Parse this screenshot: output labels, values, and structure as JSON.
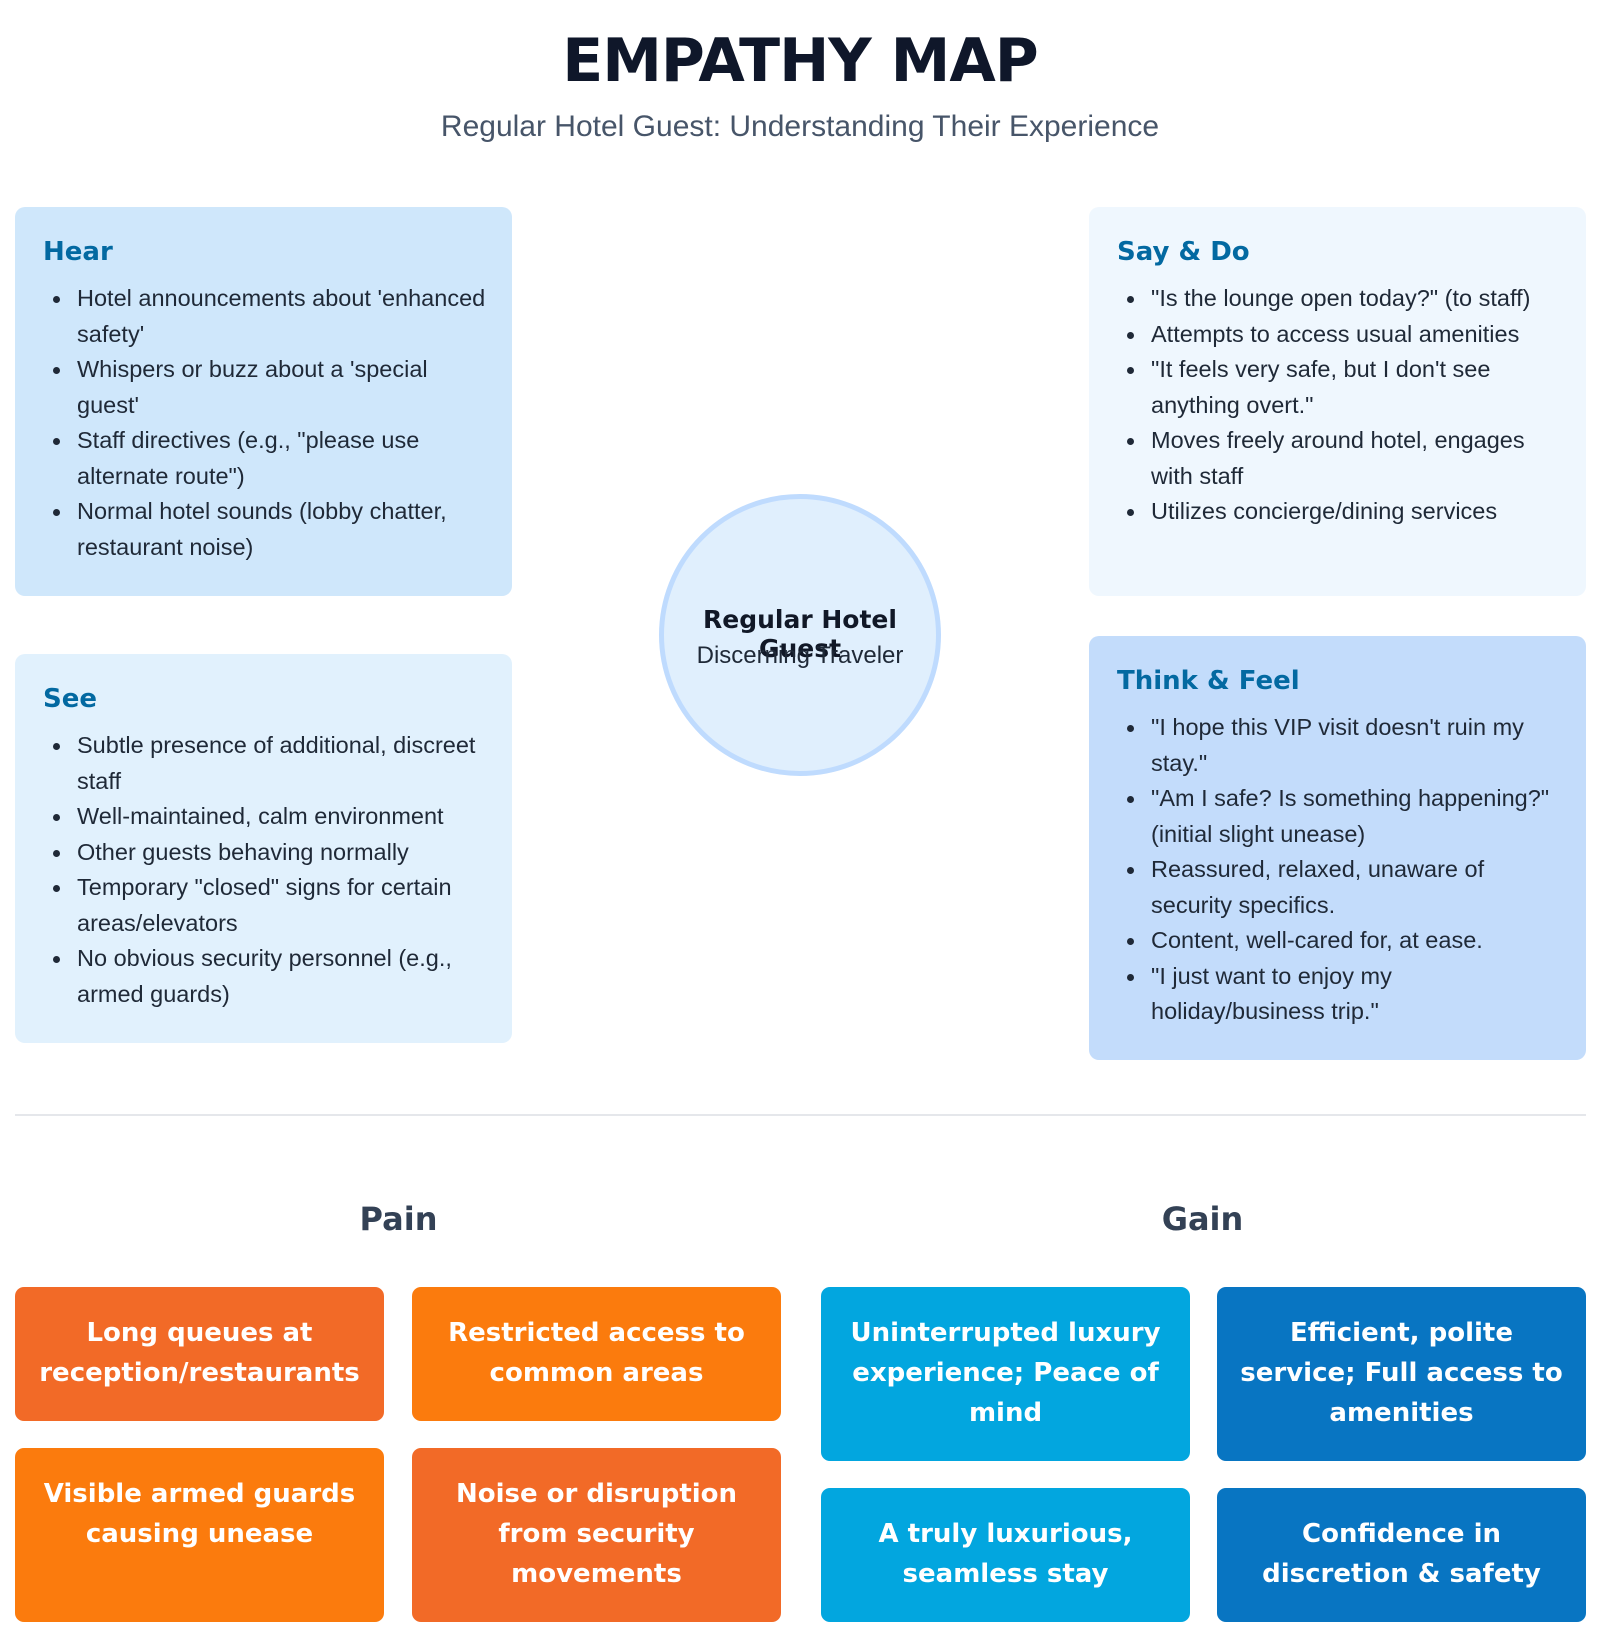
{
  "header": {
    "title": "EMPATHY MAP",
    "subtitle": "Regular Hotel Guest: Understanding Their Experience"
  },
  "persona": {
    "name": "Regular Hotel Guest",
    "role": "Discerning Traveler"
  },
  "quadrants": {
    "hear": {
      "title": "Hear",
      "items": [
        "Hotel announcements about 'enhanced safety'",
        "Whispers or buzz about a 'special guest'",
        "Staff directives (e.g., \"please use alternate route\")",
        "Normal hotel sounds (lobby chatter, restaurant noise)"
      ]
    },
    "see": {
      "title": "See",
      "items": [
        "Subtle presence of additional, discreet staff",
        "Well-maintained, calm environment",
        "Other guests behaving normally",
        "Temporary \"closed\" signs for certain areas/elevators",
        "No obvious security personnel (e.g., armed guards)"
      ]
    },
    "say_do": {
      "title": "Say & Do",
      "items": [
        "\"Is the lounge open today?\" (to staff)",
        "Attempts to access usual amenities",
        "\"It feels very safe, but I don't see anything overt.\"",
        "Moves freely around hotel, engages with staff",
        "Utilizes concierge/dining services"
      ]
    },
    "think_feel": {
      "title": "Think & Feel",
      "items": [
        "\"I hope this VIP visit doesn't ruin my stay.\"",
        "\"Am I safe? Is something happening?\" (initial slight unease)",
        "Reassured, relaxed, unaware of security specifics.",
        "Content, well-cared for, at ease.",
        "\"I just want to enjoy my holiday/business trip.\""
      ]
    }
  },
  "pain": {
    "title": "Pain",
    "cards": [
      "Long queues at reception/restaurants",
      "Restricted access to common areas",
      "Visible armed guards causing unease",
      "Noise or disruption from security movements"
    ]
  },
  "gain": {
    "title": "Gain",
    "cards": [
      "Uninterrupted luxury experience; Peace of mind",
      "Efficient, polite service; Full access to amenities",
      "A truly luxurious, seamless stay",
      "Confidence in discretion & safety"
    ]
  },
  "colors": {
    "hear_bg": "#cfe7fb",
    "see_bg": "#e1f1fd",
    "say_do_bg": "#eff7fe",
    "think_feel_bg": "#c3dcfb",
    "quadrant_title": "#0369a1",
    "pain_red_orange": "#f26a27",
    "pain_orange": "#fb7b0d",
    "gain_light_blue": "#02a6df",
    "gain_dark_blue": "#0875c2"
  }
}
